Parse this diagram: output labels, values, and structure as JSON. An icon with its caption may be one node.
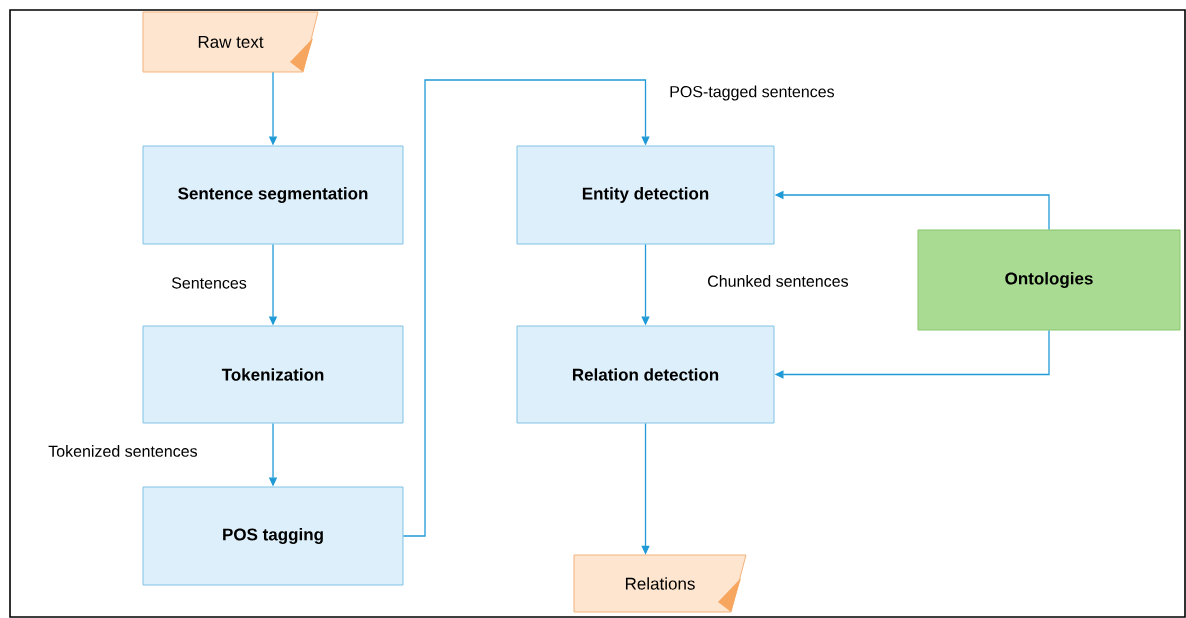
{
  "diagram": {
    "nodes": [
      {
        "text": [
          "Raw text"
        ]
      },
      {
        "text": [
          "Sentence segmentation"
        ]
      },
      {
        "text": [
          "Tokenization"
        ]
      },
      {
        "text": [
          "POS tagging"
        ]
      },
      {
        "text": [
          "Entity detection"
        ]
      },
      {
        "text": [
          "Relation detection"
        ]
      },
      {
        "text": [
          "Relations"
        ]
      },
      {
        "text": [
          "Ontologies"
        ]
      }
    ],
    "edges": [
      {
        "from": 0,
        "to": 1,
        "arrow": "to"
      },
      {
        "from": 1,
        "to": 2,
        "arrow": "to",
        "label": "Sentences"
      },
      {
        "from": 2,
        "to": 3,
        "arrow": "to",
        "label": "Tokenized sentences"
      },
      {
        "from": 3,
        "to": 4,
        "arrow": "to",
        "label": "POS-tagged sentences"
      },
      {
        "from": 4,
        "to": 5,
        "arrow": "to",
        "label": "Chunked sentences"
      },
      {
        "from": 5,
        "to": 6,
        "arrow": "to"
      },
      {
        "from": 7,
        "to": 4,
        "arrow": "to"
      },
      {
        "from": 7,
        "to": 5,
        "arrow": "to"
      }
    ]
  }
}
